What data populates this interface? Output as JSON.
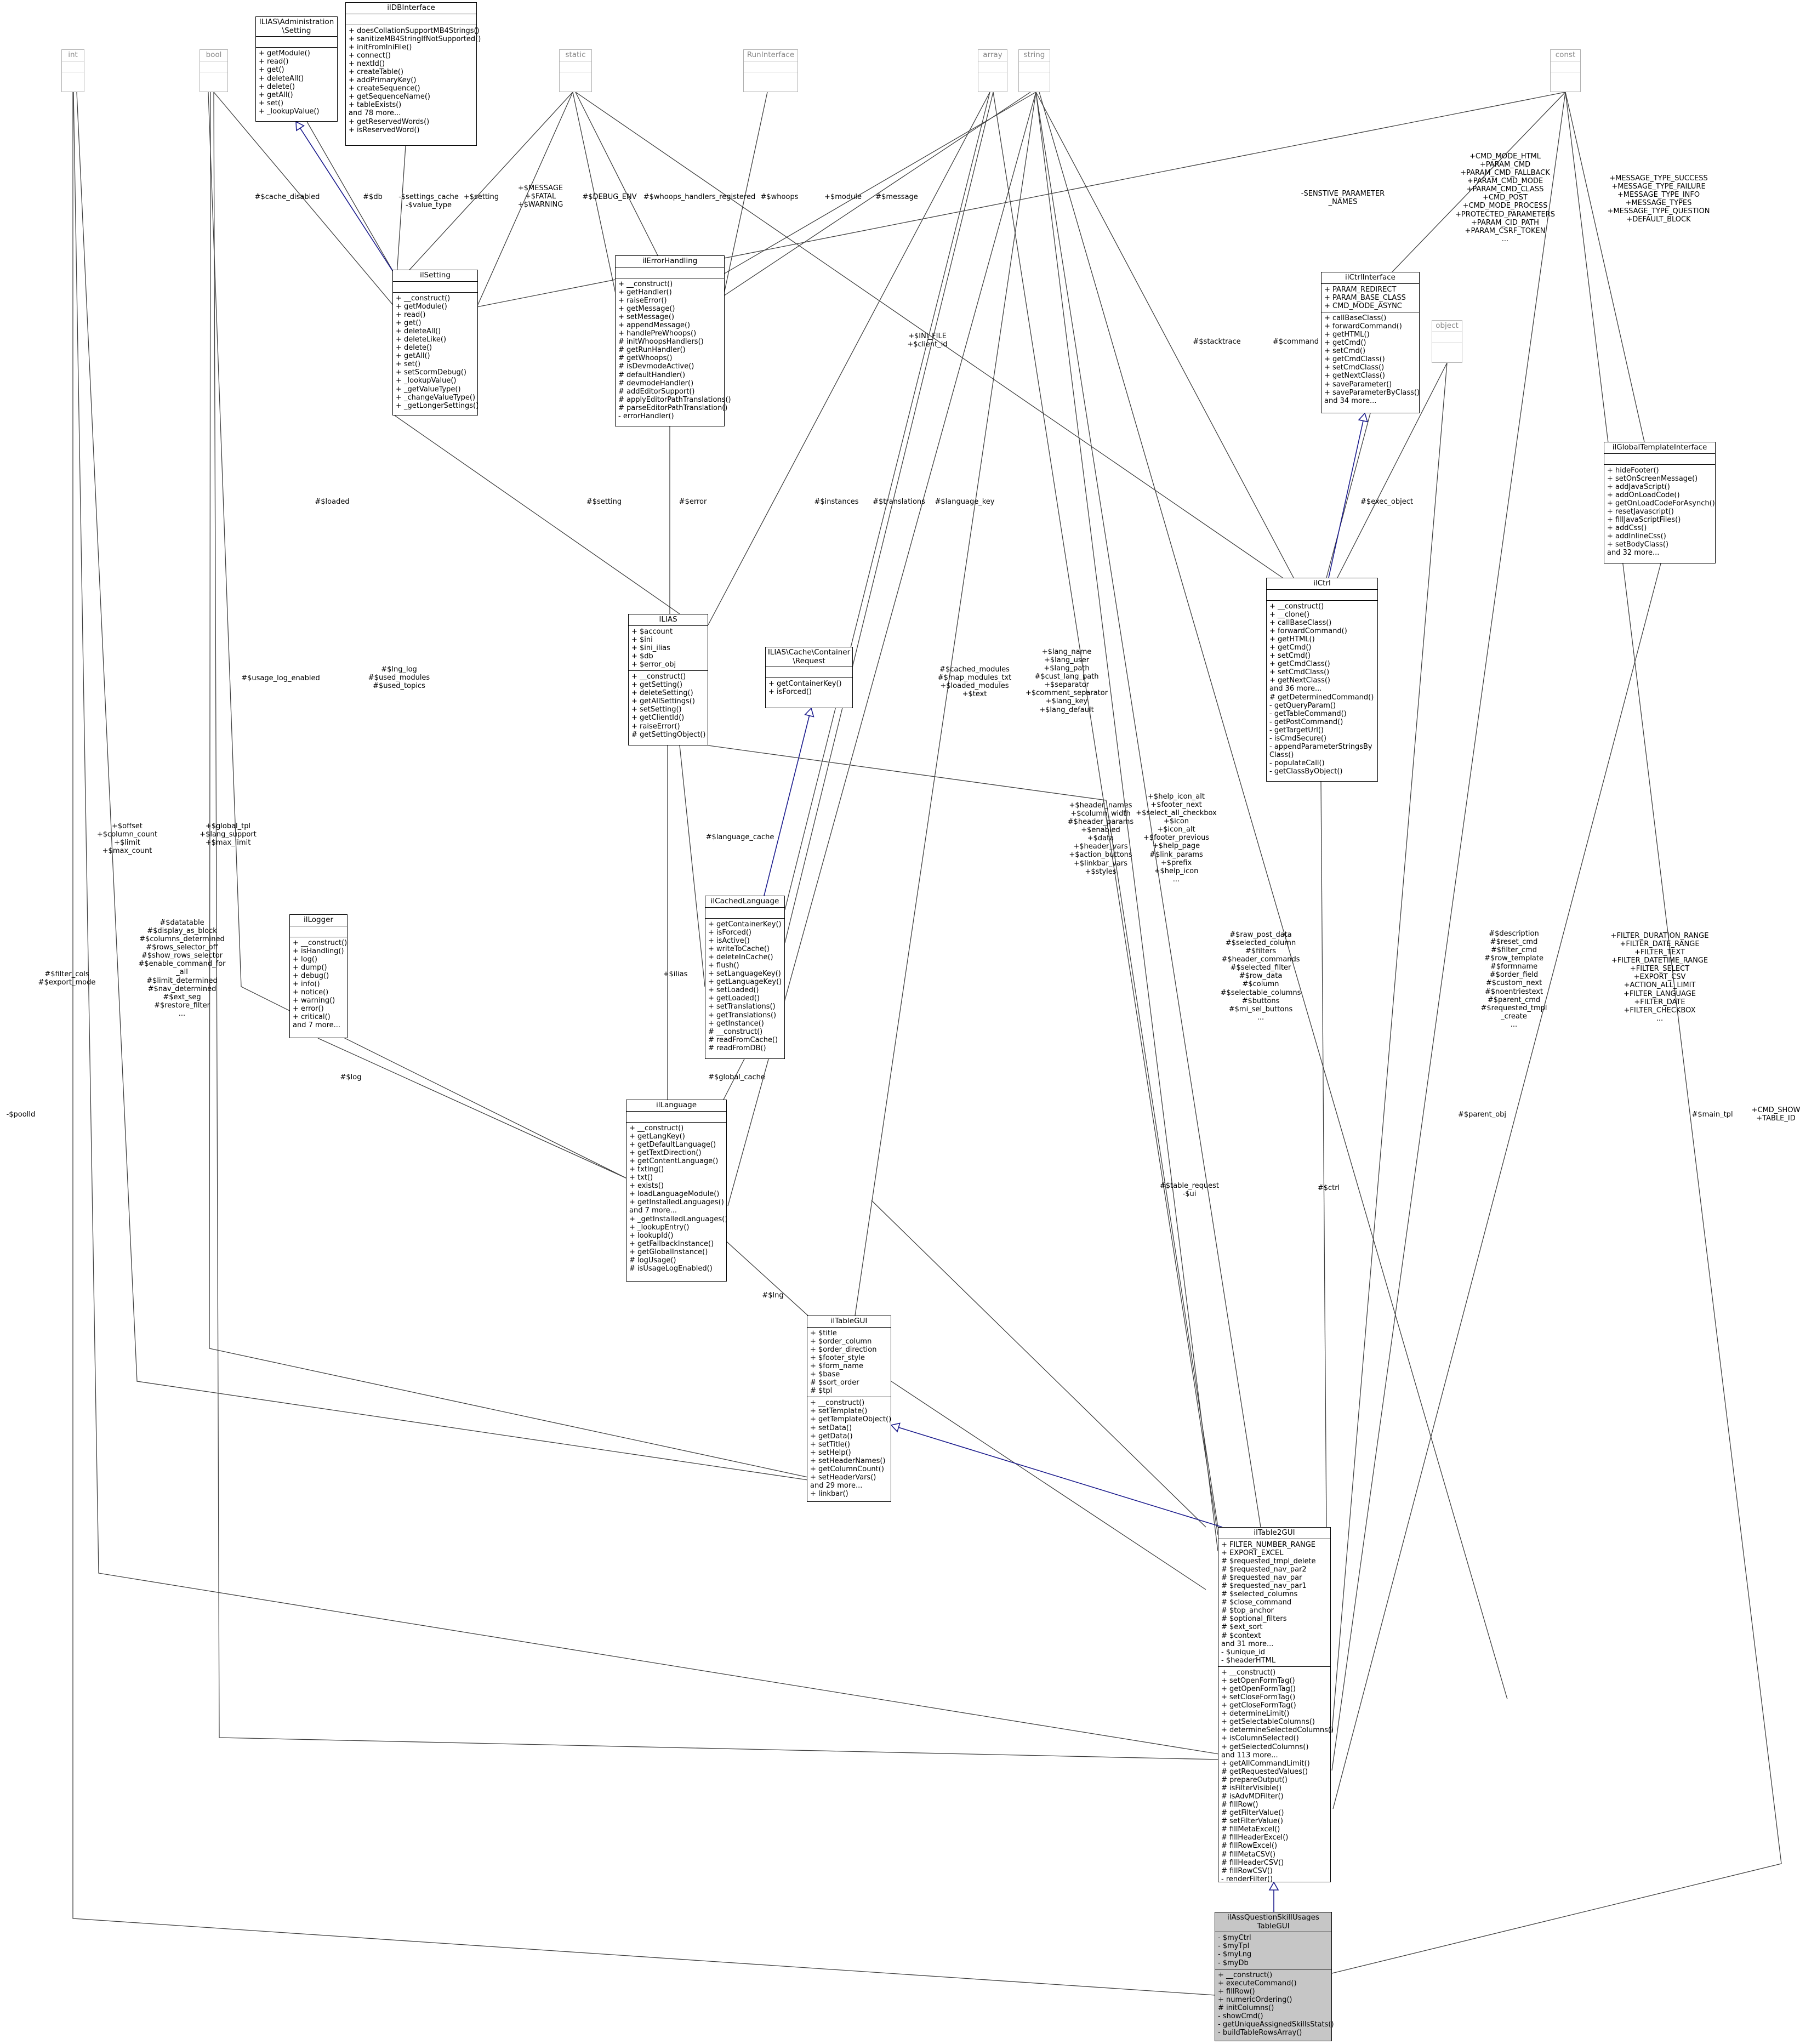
{
  "classes": {
    "int": {
      "name": "int",
      "ghost": true,
      "attrs": [],
      "ops": []
    },
    "bool": {
      "name": "bool",
      "ghost": true,
      "attrs": [],
      "ops": []
    },
    "setting_if": {
      "name": "ILIAS\\Administration\n\\Setting",
      "attrs": [],
      "ops": [
        "+ getModule()",
        "+ read()",
        "+ get()",
        "+ deleteAll()",
        "+ delete()",
        "+ getAll()",
        "+ set()",
        "+ _lookupValue()"
      ]
    },
    "dbinterface": {
      "name": "ilDBInterface",
      "attrs": [],
      "ops": [
        "+ doesCollationSupportMB4Strings()",
        "+ sanitizeMB4StringIfNotSupported()",
        "+ initFromIniFile()",
        "+ connect()",
        "+ nextId()",
        "+ createTable()",
        "+ addPrimaryKey()",
        "+ createSequence()",
        "+ getSequenceName()",
        "+ tableExists()",
        "and 78 more...",
        "+ getReservedWords()",
        "+ isReservedWord()"
      ]
    },
    "static": {
      "name": "static",
      "ghost": true,
      "attrs": [],
      "ops": []
    },
    "runinterface": {
      "name": "RunInterface",
      "ghost": true,
      "attrs": [],
      "ops": []
    },
    "array": {
      "name": "array",
      "ghost": true,
      "attrs": [],
      "ops": []
    },
    "string": {
      "name": "string",
      "ghost": true,
      "attrs": [],
      "ops": []
    },
    "const": {
      "name": "const",
      "ghost": true,
      "attrs": [],
      "ops": []
    },
    "ilsetting": {
      "name": "ilSetting",
      "attrs": [],
      "ops": [
        "+ __construct()",
        "+ getModule()",
        "+ read()",
        "+ get()",
        "+ deleteAll()",
        "+ deleteLike()",
        "+ delete()",
        "+ getAll()",
        "+ set()",
        "+ setScormDebug()",
        "+ _lookupValue()",
        "+ _getValueType()",
        "+ _changeValueType()",
        "+ _getLongerSettings()"
      ]
    },
    "ilerrorhandling": {
      "name": "ilErrorHandling",
      "attrs": [],
      "ops": [
        "+ __construct()",
        "+ getHandler()",
        "+ raiseError()",
        "+ getMessage()",
        "+ setMessage()",
        "+ appendMessage()",
        "+ handlePreWhoops()",
        "# initWhoopsHandlers()",
        "# getRunHandler()",
        "# getWhoops()",
        "# isDevmodeActive()",
        "# defaultHandler()",
        "# devmodeHandler()",
        "# addEditorSupport()",
        "# applyEditorPathTranslations()",
        "# parseEditorPathTranslation()",
        "- errorHandler()"
      ]
    },
    "ilctrlinterface": {
      "name": "ilCtrlInterface",
      "attrs": [
        "+ PARAM_REDIRECT",
        "+ PARAM_BASE_CLASS",
        "+ CMD_MODE_ASYNC"
      ],
      "ops": [
        "+ callBaseClass()",
        "+ forwardCommand()",
        "+ getHTML()",
        "+ getCmd()",
        "+ setCmd()",
        "+ getCmdClass()",
        "+ setCmdClass()",
        "+ getNextClass()",
        "+ saveParameter()",
        "+ saveParameterByClass()",
        "and 34 more..."
      ]
    },
    "object": {
      "name": "object",
      "ghost": true,
      "attrs": [],
      "ops": []
    },
    "ilglobaltemplate": {
      "name": "ilGlobalTemplateInterface",
      "attrs": [],
      "ops": [
        "+ hideFooter()",
        "+ setOnScreenMessage()",
        "+ addJavaScript()",
        "+ addOnLoadCode()",
        "+ getOnLoadCodeForAsynch()",
        "+ resetJavascript()",
        "+ fillJavaScriptFiles()",
        "+ addCss()",
        "+ addInlineCss()",
        "+ setBodyClass()",
        "and 32 more..."
      ]
    },
    "ilias": {
      "name": "ILIAS",
      "attrs": [
        "+ $account",
        "+ $ini",
        "+ $ini_ilias",
        "+ $db",
        "+ $error_obj"
      ],
      "ops": [
        "+ __construct()",
        "+ getSetting()",
        "+ deleteSetting()",
        "+ getAllSettings()",
        "+ setSetting()",
        "+ getClientId()",
        "+ raiseError()",
        "# getSettingObject()"
      ]
    },
    "cacherequest": {
      "name": "ILIAS\\Cache\\Container\n\\Request",
      "attrs": [],
      "ops": [
        "+ getContainerKey()",
        "+ isForced()"
      ]
    },
    "ilctrl": {
      "name": "ilCtrl",
      "attrs": [],
      "ops": [
        "+ __construct()",
        "+ __clone()",
        "+ callBaseClass()",
        "+ forwardCommand()",
        "+ getHTML()",
        "+ getCmd()",
        "+ setCmd()",
        "+ getCmdClass()",
        "+ setCmdClass()",
        "+ getNextClass()",
        "and 36 more...",
        "# getDeterminedCommand()",
        "- getQueryParam()",
        "- getTableCommand()",
        "- getPostCommand()",
        "- getTargetUrl()",
        "- isCmdSecure()",
        "- appendParameterStringsBy\nClass()",
        "- populateCall()",
        "- getClassByObject()"
      ]
    },
    "ilcachedlanguage": {
      "name": "ilCachedLanguage",
      "attrs": [],
      "ops": [
        "+ getContainerKey()",
        "+ isForced()",
        "+ isActive()",
        "+ writeToCache()",
        "+ deleteInCache()",
        "+ flush()",
        "+ setLanguageKey()",
        "+ getLanguageKey()",
        "+ setLoaded()",
        "+ getLoaded()",
        "+ setTranslations()",
        "+ getTranslations()",
        "+ getInstance()",
        "# __construct()",
        "# readFromCache()",
        "# readFromDB()"
      ]
    },
    "illogger": {
      "name": "ilLogger",
      "attrs": [],
      "ops": [
        "+ __construct()",
        "+ isHandling()",
        "+ log()",
        "+ dump()",
        "+ debug()",
        "+ info()",
        "+ notice()",
        "+ warning()",
        "+ error()",
        "+ critical()",
        "and 7 more..."
      ]
    },
    "illanguage": {
      "name": "ilLanguage",
      "attrs": [],
      "ops": [
        "+ __construct()",
        "+ getLangKey()",
        "+ getDefaultLanguage()",
        "+ getTextDirection()",
        "+ getContentLanguage()",
        "+ txtlng()",
        "+ txt()",
        "+ exists()",
        "+ loadLanguageModule()",
        "+ getInstalledLanguages()",
        "and 7 more...",
        "+ _getInstalledLanguages()",
        "+ _lookupEntry()",
        "+ lookupId()",
        "+ getFallbackInstance()",
        "+ getGlobalInstance()",
        "# logUsage()",
        "# isUsageLogEnabled()"
      ]
    },
    "iltablegui": {
      "name": "ilTableGUI",
      "attrs": [
        "+ $title",
        "+ $order_column",
        "+ $order_direction",
        "+ $footer_style",
        "+ $form_name",
        "+ $base",
        "# $sort_order",
        "# $tpl"
      ],
      "ops": [
        "+ __construct()",
        "+ setTemplate()",
        "+ getTemplateObject()",
        "+ setData()",
        "+ getData()",
        "+ setTitle()",
        "+ setHelp()",
        "+ setHeaderNames()",
        "+ getColumnCount()",
        "+ setHeaderVars()",
        "and 29 more...",
        "+ linkbar()"
      ]
    },
    "iltable2gui": {
      "name": "ilTable2GUI",
      "attrs": [
        "+ FILTER_NUMBER_RANGE",
        "+ EXPORT_EXCEL",
        "# $requested_tmpl_delete",
        "# $requested_nav_par2",
        "# $requested_nav_par",
        "# $requested_nav_par1",
        "# $selected_columns",
        "# $close_command",
        "# $top_anchor",
        "# $optional_filters",
        "# $ext_sort",
        "# $context",
        "and 31 more...",
        "- $unique_id",
        "- $headerHTML"
      ],
      "ops": [
        "+ __construct()",
        "+ setOpenFormTag()",
        "+ getOpenFormTag()",
        "+ setCloseFormTag()",
        "+ getCloseFormTag()",
        "+ determineLimit()",
        "+ getSelectableColumns()",
        "+ determineSelectedColumns()",
        "+ isColumnSelected()",
        "+ getSelectedColumns()",
        "and 113 more...",
        "+ getAllCommandLimit()",
        "# getRequestedValues()",
        "# prepareOutput()",
        "# isFilterVisible()",
        "# isAdvMDFilter()",
        "# fillRow()",
        "# getFilterValue()",
        "# setFilterValue()",
        "# fillMetaExcel()",
        "# fillHeaderExcel()",
        "# fillRowExcel()",
        "# fillMetaCSV()",
        "# fillHeaderCSV()",
        "# fillRowCSV()",
        "- renderFilter()"
      ]
    },
    "focus": {
      "name": "ilAssQuestionSkillUsages\nTableGUI",
      "focus": true,
      "attrs": [
        "- $myCtrl",
        "- $myTpl",
        "- $myLng",
        "- $myDb"
      ],
      "ops": [
        "+ __construct()",
        "+ executeCommand()",
        "+ fillRow()",
        "+ numericOrdering()",
        "# initColumns()",
        "- showCmd()",
        "- getUniqueAssignedSkillsStats()",
        "- buildTableRowsArray()"
      ]
    }
  },
  "edge_labels": {
    "e_cache_disabled": "#$cache_disabled",
    "e_db": "#$db",
    "e_settings_cache": "-$settings_cache\n-$value_type",
    "e_setting1": "+$setting",
    "e_message": "+$MESSAGE\n+$FATAL\n+$WARNING",
    "e_debug_env": "#$DEBUG_ENV",
    "e_whoops_reg": "#$whoops_handlers_registered",
    "e_whoops": "#$whoops",
    "e_module": "+$module",
    "e_message2": "#$message",
    "e_sensitive": "-SENSTIVE_PARAMETER\n_NAMES",
    "e_ctrl_consts": "+CMD_MODE_HTML\n+PARAM_CMD\n+PARAM_CMD_FALLBACK\n+PARAM_CMD_MODE\n+PARAM_CMD_CLASS\n+CMD_POST\n+CMD_MODE_PROCESS\n+PROTECTED_PARAMETERS\n+PARAM_CID_PATH\n+PARAM_CSRF_TOKEN\n...",
    "e_msg_types": "+MESSAGE_TYPE_SUCCESS\n+MESSAGE_TYPE_FAILURE\n+MESSAGE_TYPE_INFO\n+MESSAGE_TYPES\n+MESSAGE_TYPE_QUESTION\n+DEFAULT_BLOCK",
    "e_ini_file": "+$INI_FILE\n+$client_id",
    "e_stacktrace": "#$stacktrace",
    "e_command": "#$command",
    "e_loaded": "#$loaded",
    "e_setting2": "#$setting",
    "e_error": "#$error",
    "e_instances": "#$instances",
    "e_translations": "#$translations",
    "e_language_key": "#$language_key",
    "e_exec_object": "#$exec_object",
    "e_usage_log": "#$usage_log_enabled",
    "e_lng_log": "#$lng_log\n#$used_modules\n#$used_topics",
    "e_cached_modules": "#$cached_modules\n#$map_modules_txt\n+$loaded_modules\n+$text",
    "e_lang_name": "+$lang_name\n+$lang_user\n+$lang_path\n#$cust_lang_path\n+$separator\n+$comment_separator\n+$lang_key\n+$lang_default",
    "e_header_names": "+$header_names\n+$column_width\n#$header_params\n+$enabled\n+$data\n+$header_vars\n+$action_buttons\n+$linkbar_vars\n+$styles",
    "e_help_icon": "+$help_icon_alt\n+$footer_next\n+$select_all_checkbox\n+$icon\n+$icon_alt\n+$footer_previous\n+$help_page\n#$link_params\n+$prefix\n+$help_icon\n...",
    "e_language_cache": "#$language_cache",
    "e_offset": "+$offset\n+$column_count\n+$limit\n+$max_count",
    "e_global_tpl": "+$global_tpl\n+$lang_support\n+$max_limit",
    "e_ilias": "+$ilias",
    "e_datatable": "#$datatable\n#$display_as_block\n#$columns_determined\n#$rows_selector_off\n#$show_rows_selector\n#$enable_command_for\n_all\n#$limit_determined\n#$nav_determined\n#$ext_seg\n#$restore_filter\n...",
    "e_filter_cols": "#$filter_cols\n#$export_mode",
    "e_log": "#$log",
    "e_global_cache": "#$global_cache",
    "e_raw_post": "#$raw_post_data\n#$selected_column\n#$filters\n#$header_commands\n#$selected_filter\n#$row_data\n#$column\n#$selectable_columns\n#$buttons\n#$mi_sel_buttons\n...",
    "e_description": "#$description\n#$reset_cmd\n#$filter_cmd\n#$row_template\n#$formname\n#$order_field\n#$custom_next\n#$noentriestext\n#$parent_cmd\n#$requested_tmpl\n_create\n...",
    "e_filter_dur": "+FILTER_DURATION_RANGE\n+FILTER_DATE_RANGE\n+FILTER_TEXT\n+FILTER_DATETIME_RANGE\n+FILTER_SELECT\n+EXPORT_CSV\n+ACTION_ALL_LIMIT\n+FILTER_LANGUAGE\n+FILTER_DATE\n+FILTER_CHECKBOX\n...",
    "e_parent_obj": "#$parent_obj",
    "e_main_tpl": "#$main_tpl",
    "e_cmd_show": "+CMD_SHOW\n+TABLE_ID",
    "e_ctrl": "#$ctrl",
    "e_lng": "#$lng",
    "e_table_request": "#$table_request\n-$ui",
    "e_poolid": "-$poolId"
  }
}
